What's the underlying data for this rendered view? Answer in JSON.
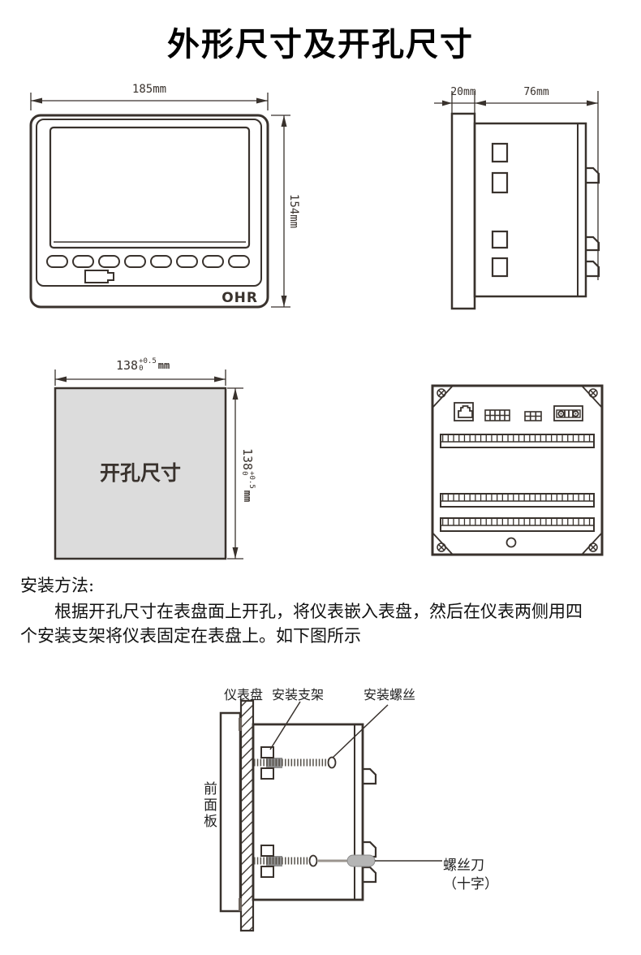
{
  "title": "外形尺寸及开孔尺寸",
  "front_view": {
    "width_label": "185mm",
    "height_label": "154mm",
    "logo": "OHR"
  },
  "side_view": {
    "bezel_depth_label": "20mm",
    "body_depth_label": "76mm"
  },
  "cutout": {
    "label": "开孔尺寸",
    "width_value": "138",
    "tol_plus": "+0.5",
    "tol_minus": "0",
    "unit": "mm"
  },
  "install": {
    "heading": "安装方法:",
    "lines": [
      "根据开孔尺寸在表盘面上开孔，将仪表嵌入表盘，然后在仪表两侧用四",
      "个安装支架将仪表固定在表盘上。如下图所示"
    ]
  },
  "diagram": {
    "panel_label": "仪表盘",
    "bracket_label": "安装支架",
    "screw_label": "安装螺丝",
    "front_panel_label": "前面板",
    "screwdriver_label_line1": "螺丝刀",
    "screwdriver_label_line2": "（十字）"
  },
  "colors": {
    "line": "#39322d",
    "cutout_fill": "#dcdcdc",
    "bracket_gray": "#8f8f8f",
    "handle_gray": "#b5b5b5"
  }
}
